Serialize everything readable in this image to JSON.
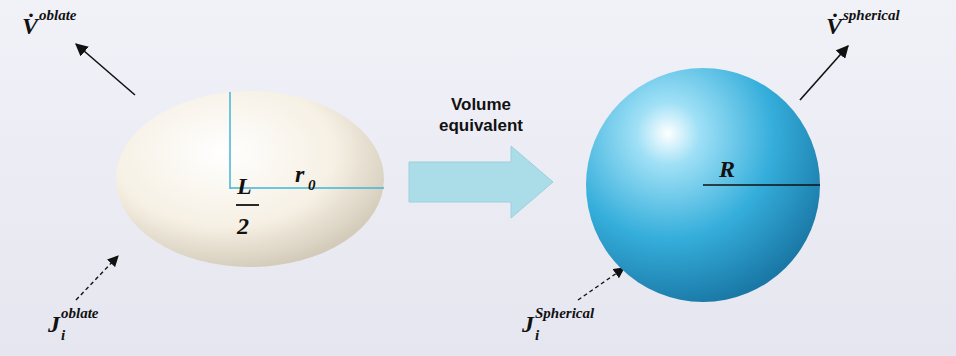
{
  "diagram": {
    "nodes": [
      {
        "text": [
          "L",
          "2",
          "r",
          "0"
        ]
      },
      {
        "text": [
          "R"
        ]
      }
    ],
    "edges": [
      {
        "from": 0,
        "to": 1,
        "arrow": "to",
        "label": "Volume equivalent"
      }
    ],
    "labels": [
      "V̇",
      "oblate",
      "J",
      "i",
      "oblate",
      "V̇",
      "spherical",
      "J",
      "i",
      "Spherical"
    ]
  }
}
